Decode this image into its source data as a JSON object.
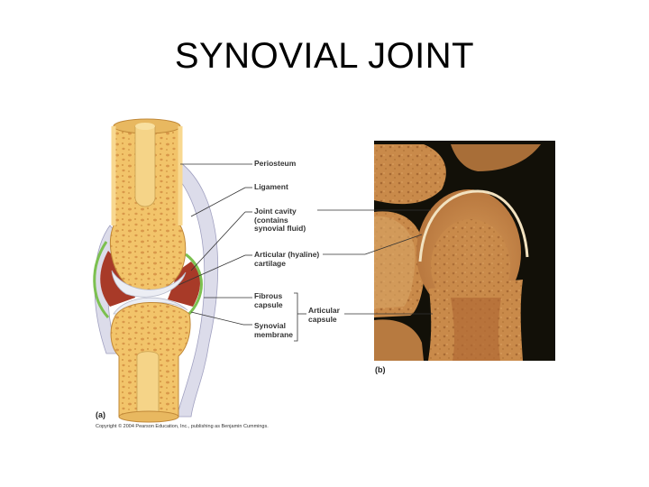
{
  "slide": {
    "title": "SYNOVIAL JOINT"
  },
  "figure_a": {
    "tag": "(a)",
    "labels": {
      "periosteum": "Periosteum",
      "ligament": "Ligament",
      "joint_cavity": "Joint cavity\n(contains\nsynovial fluid)",
      "articular_cartilage": "Articular (hyaline)\ncartilage",
      "fibrous_capsule": "Fibrous\ncapsule",
      "articular_capsule": "Articular\ncapsule",
      "synovial_membrane": "Synovial\nmembrane"
    },
    "copyright": "Copyright © 2004 Pearson Education, Inc., publishing as Benjamin Cummings."
  },
  "figure_b": {
    "tag": "(b)"
  },
  "colors": {
    "bone": "#f0c468",
    "spongy": "#e0a848",
    "cavity": "#a83a28",
    "capsule": "#cfcfe0",
    "membrane": "#7cc050",
    "photo_bg": "#121008",
    "photo_bone": "#c88a48"
  }
}
